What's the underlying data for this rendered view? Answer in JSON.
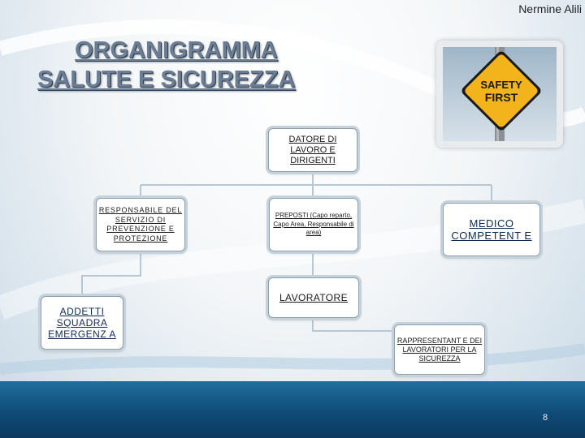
{
  "author": "Nermine Alili",
  "title": {
    "line1": "ORGANIGRAMMA",
    "line2": "SALUTE E SICUREZZA"
  },
  "photo": {
    "sign_line1": "SAFETY",
    "sign_line2": "FIRST"
  },
  "nodes": {
    "datore": "DATORE DI LAVORO E DIRIGENTI",
    "rspp": "RESPONSABILE DEL SERVIZIO DI PREVENZIONE E PROTEZIONE",
    "preposti": "PREPOSTI (Capo reparto, Capo Area, Responsabile di area)",
    "medico": "MEDICO COMPETENT E",
    "addetti": "ADDETTI SQUADRA EMERGENZ A",
    "lavoratore": "LAVORATORE",
    "rls": "RAPPRESENTANT E DEI LAVORATORI PER LA SICUREZZA"
  },
  "page_number": "8",
  "colors": {
    "title": "#6b7d92",
    "box_border": "#8aa1b1",
    "band": "#0f4c78",
    "sign": "#f2b31b"
  }
}
